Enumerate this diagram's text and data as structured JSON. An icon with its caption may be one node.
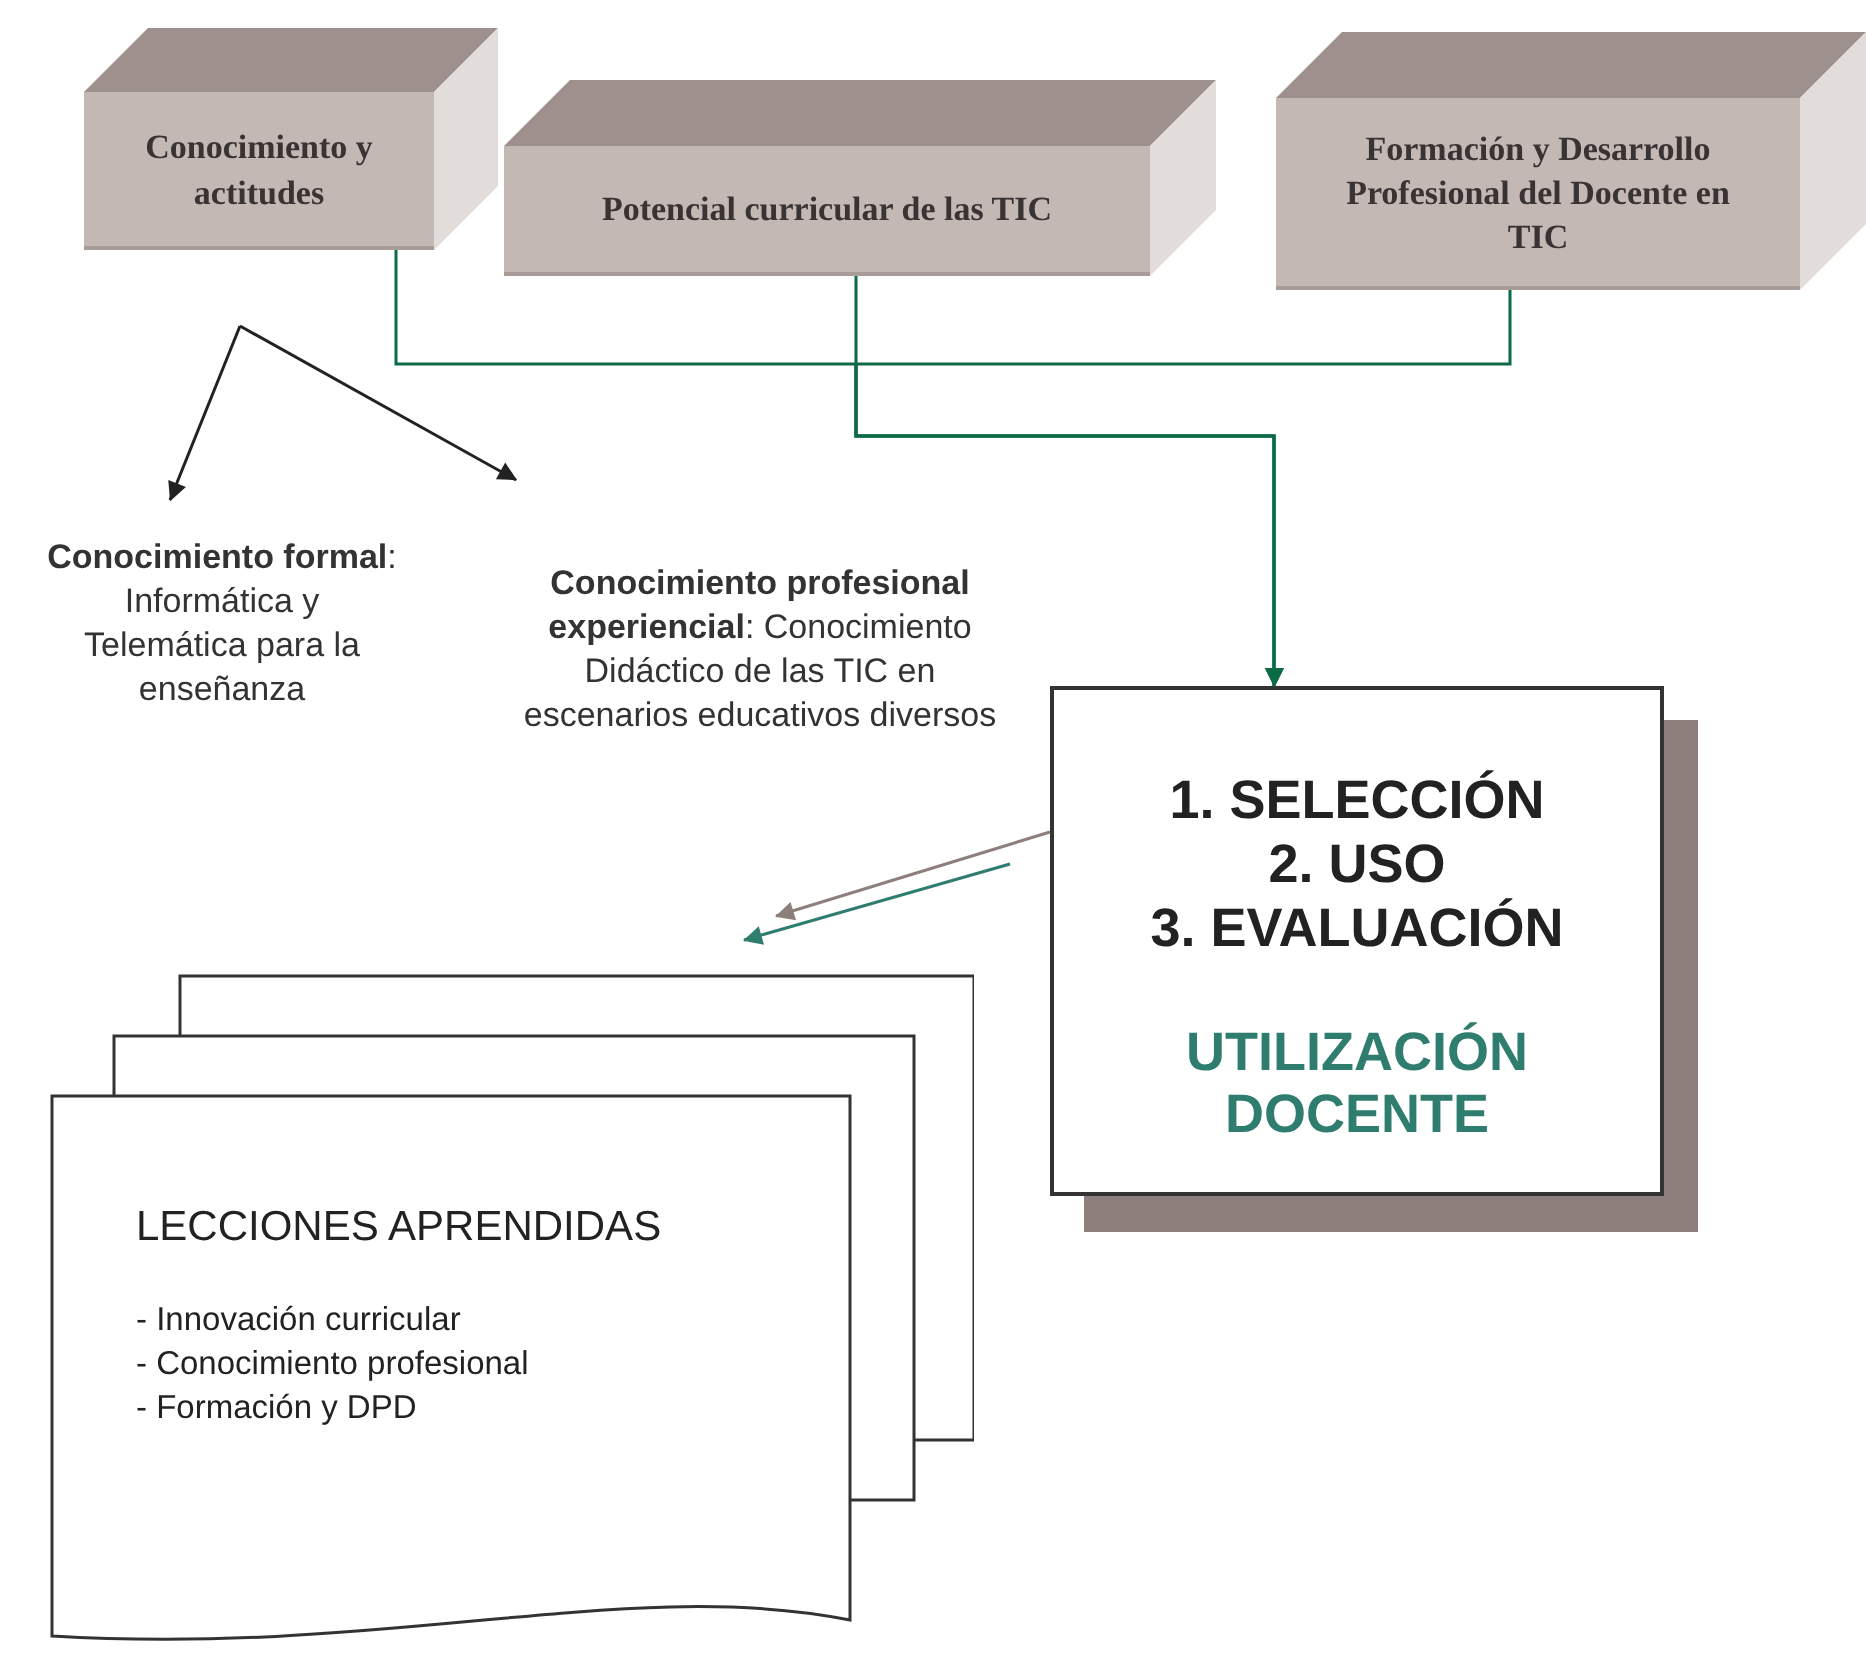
{
  "diagram": {
    "nodes": [
      {
        "text": [
          "Conocimiento y actitudes"
        ]
      },
      {
        "text": [
          "Potencial curricular de  las TIC"
        ]
      },
      {
        "text": [
          "Formación y Desarrollo Profesional del Docente en TIC"
        ]
      },
      {
        "text": [
          "**Conocimiento formal**: Informática y Telemática para la enseñanza"
        ]
      },
      {
        "text": [
          "**Conocimiento profesional experiencial**: Conocimiento Didáctico de las TIC en escenarios educativos diversos"
        ]
      },
      {
        "text": [
          "1. SELECCIÓN",
          "2. USO",
          "3. EVALUACIÓN",
          "UTILIZACIÓN DOCENTE"
        ]
      },
      {
        "text": [
          "LECCIONES APRENDIDAS",
          "- Innovación curricular",
          "- Conocimiento profesional",
          "- Formación y DPD"
        ]
      }
    ],
    "edges": [
      {
        "from": 0,
        "to": 5,
        "arrow": "to"
      },
      {
        "from": 1,
        "to": 5,
        "arrow": "to"
      },
      {
        "from": 2,
        "to": 5,
        "arrow": "to"
      },
      {
        "from": null,
        "to": 3,
        "arrow": "to",
        "color": "#222222"
      },
      {
        "from": null,
        "to": 4,
        "arrow": "to",
        "color": "#222222"
      },
      {
        "from": 5,
        "to": 6,
        "arrow": "to",
        "color": "#8c7f7c"
      },
      {
        "from": null,
        "to": 6,
        "arrow": "to",
        "color": "#2e7d6e"
      }
    ]
  }
}
